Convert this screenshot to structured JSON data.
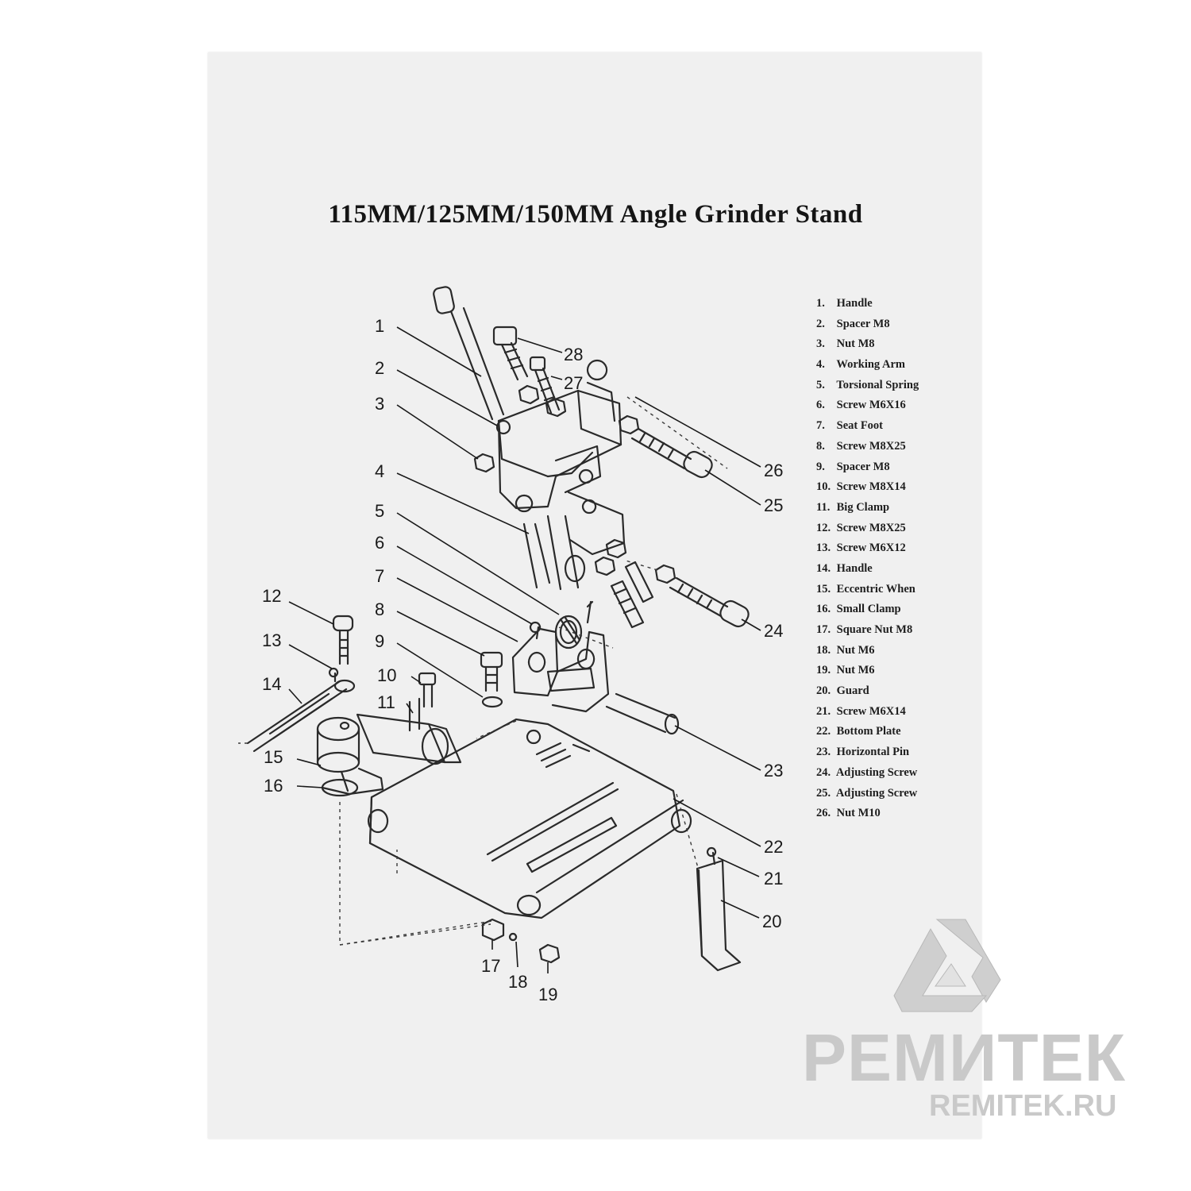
{
  "title": "115MM/125MM/150MM Angle Grinder Stand",
  "callouts": [
    "1",
    "2",
    "3",
    "4",
    "5",
    "6",
    "7",
    "8",
    "9",
    "10",
    "11",
    "12",
    "13",
    "14",
    "15",
    "16",
    "17",
    "18",
    "19",
    "20",
    "21",
    "22",
    "23",
    "24",
    "25",
    "26",
    "27",
    "28"
  ],
  "parts": [
    {
      "num": "1.",
      "name": "Handle"
    },
    {
      "num": "2.",
      "name": "Spacer M8"
    },
    {
      "num": "3.",
      "name": "Nut M8"
    },
    {
      "num": "4.",
      "name": "Working Arm"
    },
    {
      "num": "5.",
      "name": "Torsional Spring"
    },
    {
      "num": "6.",
      "name": "Screw M6X16"
    },
    {
      "num": "7.",
      "name": "Seat Foot"
    },
    {
      "num": "8.",
      "name": "Screw M8X25"
    },
    {
      "num": "9.",
      "name": "Spacer M8"
    },
    {
      "num": "10.",
      "name": "Screw M8X14"
    },
    {
      "num": "11.",
      "name": "Big Clamp"
    },
    {
      "num": "12.",
      "name": "Screw M8X25"
    },
    {
      "num": "13.",
      "name": "Screw M6X12"
    },
    {
      "num": "14.",
      "name": "Handle"
    },
    {
      "num": "15.",
      "name": "Eccentric When"
    },
    {
      "num": "16.",
      "name": "Small Clamp"
    },
    {
      "num": "17.",
      "name": "Square Nut M8"
    },
    {
      "num": "18.",
      "name": "Nut M6"
    },
    {
      "num": "19.",
      "name": "Nut M6"
    },
    {
      "num": "20.",
      "name": "Guard"
    },
    {
      "num": "21.",
      "name": "Screw M6X14"
    },
    {
      "num": "22.",
      "name": "Bottom Plate"
    },
    {
      "num": "23.",
      "name": "Horizontal Pin"
    },
    {
      "num": "24.",
      "name": "Adjusting Screw"
    },
    {
      "num": "25.",
      "name": "Adjusting Screw"
    },
    {
      "num": "26.",
      "name": "Nut M10"
    }
  ],
  "watermark": {
    "brand": "РЕМИТЕК",
    "url": "REMITEK.RU"
  }
}
